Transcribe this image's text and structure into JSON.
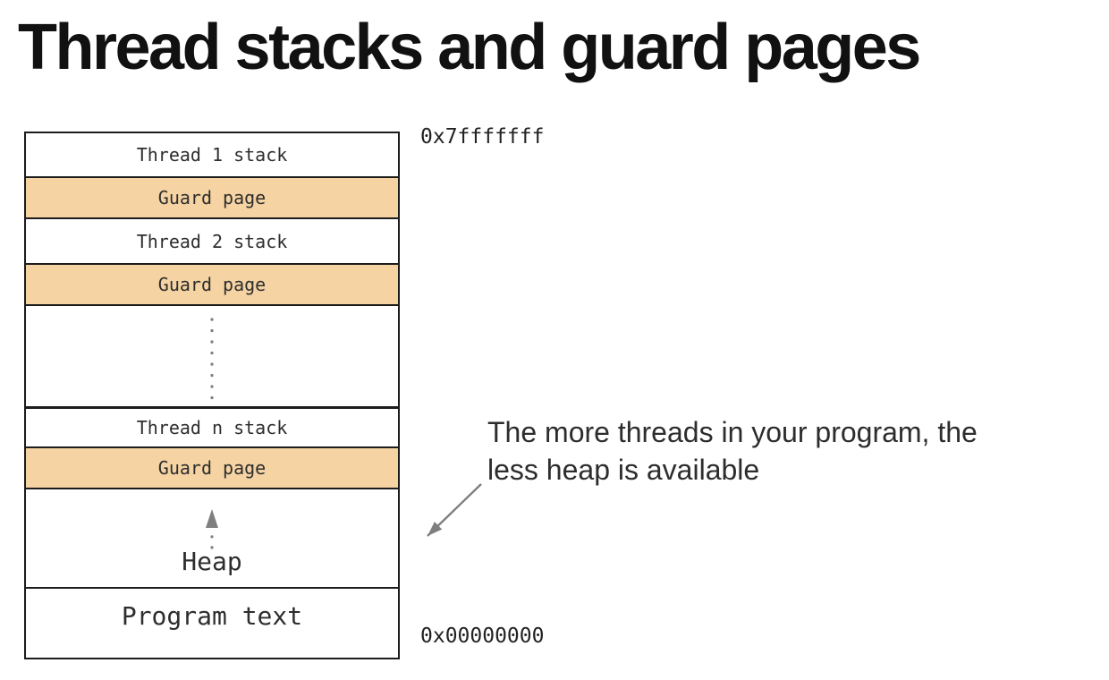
{
  "title": "Thread stacks and guard pages",
  "memory_map": {
    "top_address": "0x7fffffff",
    "bottom_address": "0x00000000",
    "regions": [
      {
        "name": "thread-1-stack-region",
        "label": "Thread 1 stack",
        "type": "stack"
      },
      {
        "name": "guard-page-region-1",
        "label": "Guard page",
        "type": "guard"
      },
      {
        "name": "thread-2-stack-region",
        "label": "Thread 2 stack",
        "type": "stack"
      },
      {
        "name": "guard-page-region-2",
        "label": "Guard page",
        "type": "guard"
      },
      {
        "name": "more-stacks-ellipsis-region",
        "label": "",
        "type": "ellipsis"
      },
      {
        "name": "thread-n-stack-region",
        "label": "Thread n stack",
        "type": "stack"
      },
      {
        "name": "guard-page-region-3",
        "label": "Guard page",
        "type": "guard"
      },
      {
        "name": "heap-region",
        "label": "Heap",
        "type": "heap"
      },
      {
        "name": "program-text-region",
        "label": "Program text",
        "type": "program"
      }
    ]
  },
  "annotation": {
    "lines": [
      "The more threads in your program, the",
      "less heap is available"
    ]
  },
  "colors": {
    "guard_page_fill": "#f5d3a2",
    "region_border": "#1c1c1c",
    "arrow_gray": "#7f7f7f",
    "title_text": "#111111",
    "label_text": "#2e2e2e"
  }
}
